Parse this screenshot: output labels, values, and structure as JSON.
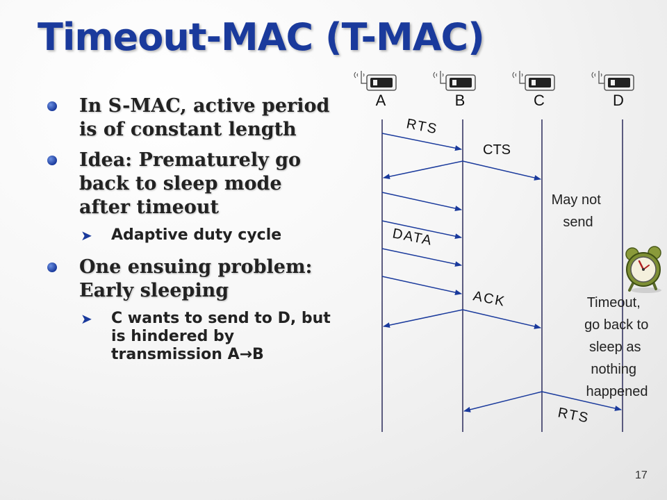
{
  "slide": {
    "title": "Timeout-MAC (T-MAC)",
    "page_number": "17"
  },
  "bullets": [
    {
      "text": "In S-MAC, active period is of constant length",
      "level": 1
    },
    {
      "text": "Idea: Prematurely go back to sleep mode after timeout",
      "level": 1
    },
    {
      "text": "Adaptive duty cycle",
      "level": 2
    },
    {
      "text": "One ensuing problem: Early sleeping",
      "level": 1
    },
    {
      "text": "C wants to send to D, but is hindered by transmission A→B",
      "level": 2
    }
  ],
  "diagram": {
    "nodes": [
      {
        "id": "A",
        "label": "A"
      },
      {
        "id": "B",
        "label": "B"
      },
      {
        "id": "C",
        "label": "C"
      },
      {
        "id": "D",
        "label": "D"
      }
    ],
    "message_labels": {
      "rts": "RTS",
      "cts": "CTS",
      "data": "DATA",
      "ack": "ACK",
      "rts2": "RTS"
    },
    "notes": {
      "may_not_send": [
        "May not",
        "send"
      ],
      "timeout": [
        "Timeout,",
        "go back to",
        "sleep as",
        "nothing",
        "happened"
      ]
    },
    "colors": {
      "title": "#1a3a9c",
      "arrow": "#1a3a9c",
      "timeline": "#2a2a5a"
    }
  }
}
